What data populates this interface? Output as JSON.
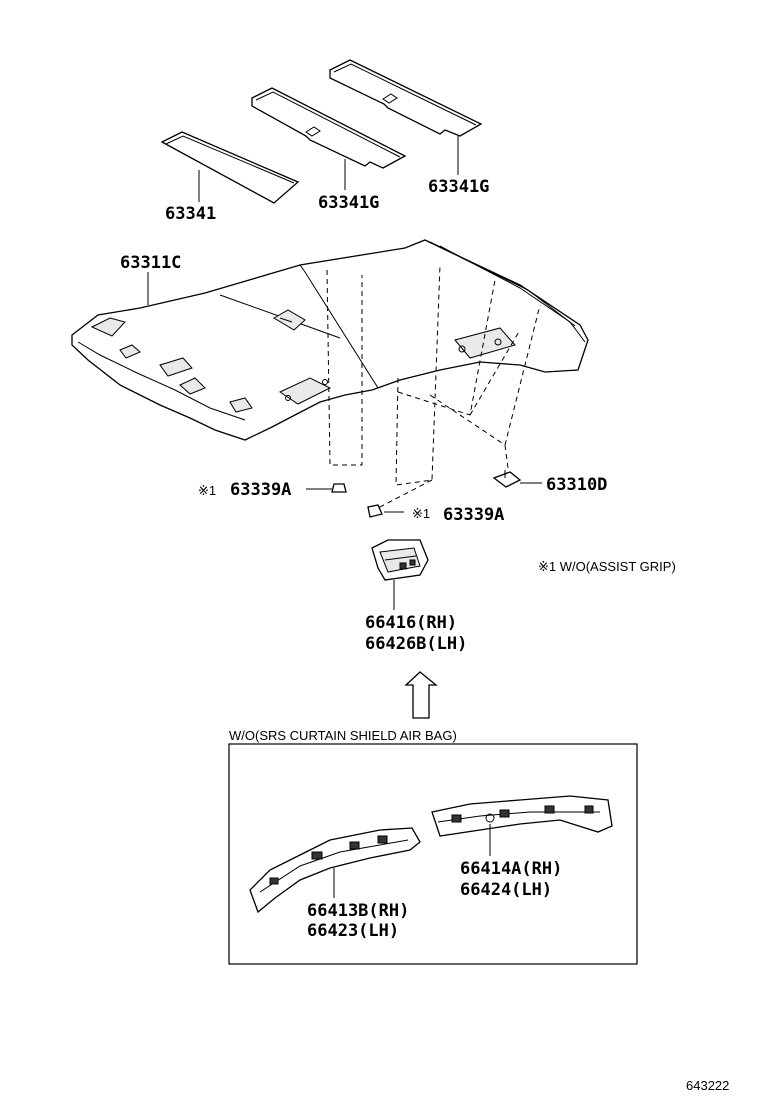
{
  "parts": {
    "pad_front": "63341",
    "pad_mid": "63341G",
    "pad_rear": "63341G",
    "headliner": "63311C",
    "clip_left": "63339A",
    "clip_center": "63339A",
    "clip_right": "63310D",
    "bracket_rh": "66416(RH)",
    "bracket_lh": "66426B(LH)",
    "rail_front_rh": "66413B(RH)",
    "rail_front_lh": "66423(LH)",
    "rail_rear_rh": "66414A(RH)",
    "rail_rear_lh": "66424(LH)"
  },
  "notes": {
    "mark_left": "※1",
    "mark_center": "※1",
    "assist_grip_note": "※1 W/O(ASSIST GRIP)",
    "box_caption": "W/O(SRS CURTAIN SHIELD AIR BAG)"
  },
  "figure_number": "643222"
}
